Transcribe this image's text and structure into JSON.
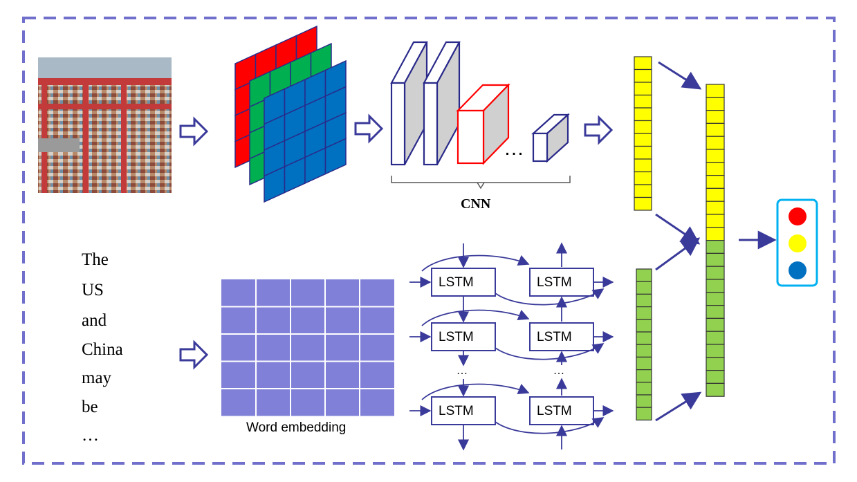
{
  "cnn_label": "CNN",
  "word_embedding_label": "Word embedding",
  "lstm_label": "LSTM",
  "cnn_ellipsis": "…",
  "lstm_ellipsis": "…",
  "sentence_words": [
    "The",
    "US",
    "and",
    "China",
    "may",
    "be",
    "…"
  ],
  "output_classes": [
    {
      "color": "#ff0000"
    },
    {
      "color": "#ffff00"
    },
    {
      "color": "#0070c0"
    }
  ],
  "colors": {
    "border": "#7070cc",
    "arrow": "#3a3a9a",
    "channel_red": "#ff0000",
    "channel_green": "#00b050",
    "channel_blue": "#0070c0",
    "embedding": "#8080d8",
    "image_vector": "#ffff00",
    "text_vector": "#92d050",
    "cnn_layer_highlight": "#ff0000"
  }
}
